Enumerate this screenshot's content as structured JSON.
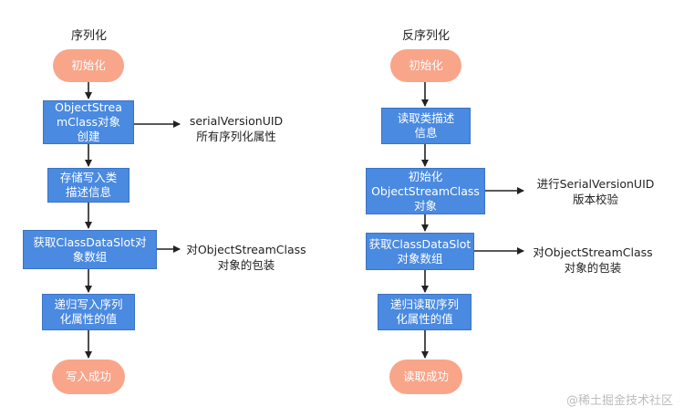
{
  "left_flow": {
    "title": "序列化",
    "nodes": [
      {
        "id": "init",
        "label": "初始化"
      },
      {
        "id": "osc",
        "label": "ObjectStrea\nmClass对象\n创建"
      },
      {
        "id": "store",
        "label": "存储写入类\n描述信息"
      },
      {
        "id": "slot",
        "label": "获取ClassDataSlot对\n象数组"
      },
      {
        "id": "write",
        "label": "递归写入序列\n化属性的值"
      },
      {
        "id": "done",
        "label": "写入成功"
      }
    ],
    "notes": [
      {
        "id": "uid",
        "label": "serialVersionUID\n所有序列化属性"
      },
      {
        "id": "wrap",
        "label": "对ObjectStreamClass\n对象的包装"
      }
    ]
  },
  "right_flow": {
    "title": "反序列化",
    "nodes": [
      {
        "id": "init",
        "label": "初始化"
      },
      {
        "id": "read",
        "label": "读取类描述\n信息"
      },
      {
        "id": "osc",
        "label": "初始化\nObjectStreamClass\n对象"
      },
      {
        "id": "slot",
        "label": "获取ClassDataSlot\n对象数组"
      },
      {
        "id": "readvals",
        "label": "递归读取序列\n化属性的值"
      },
      {
        "id": "done",
        "label": "读取成功"
      }
    ],
    "notes": [
      {
        "id": "verify",
        "label": "进行SerialVersionUID\n版本校验"
      },
      {
        "id": "wrap",
        "label": "对ObjectStreamClass\n对象的包装"
      }
    ]
  },
  "watermark": "@稀土掘金技术社区",
  "colors": {
    "terminal": "#f8a58a",
    "process": "#4a8ae0",
    "edge": "#222222"
  }
}
